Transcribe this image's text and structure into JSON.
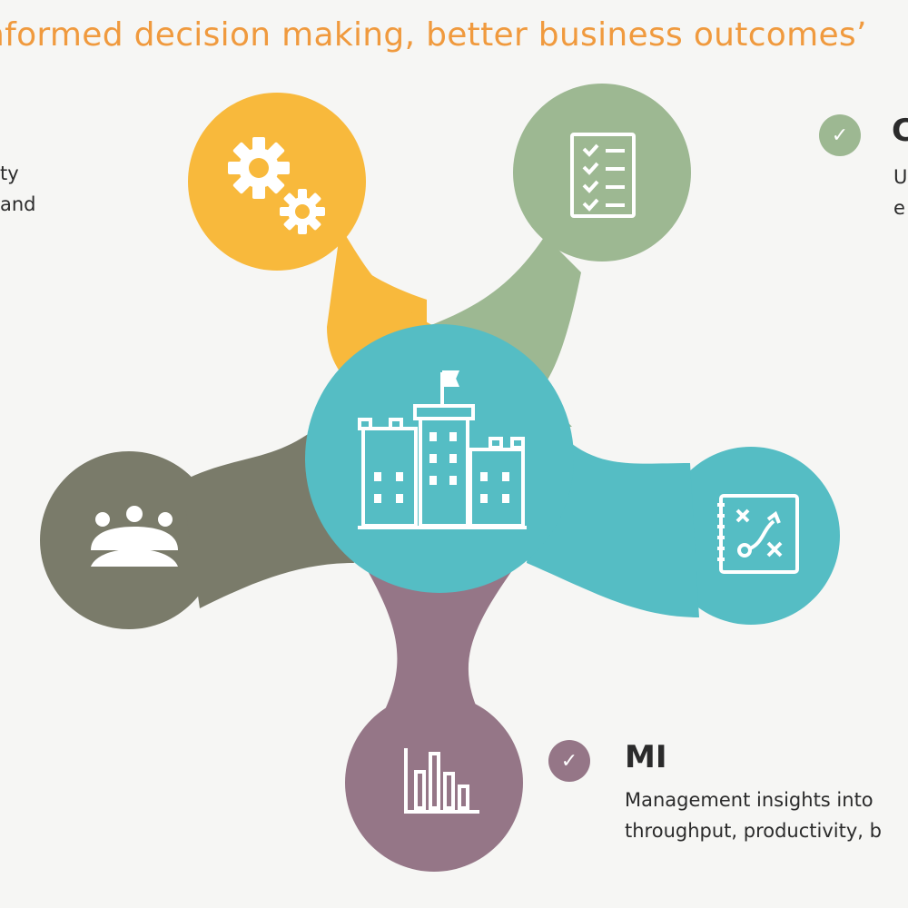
{
  "title": "nformed decision making, better business outcomes’",
  "colors": {
    "title": "#f09a3e",
    "orange": "#f8b93c",
    "green": "#9db892",
    "olive": "#7a7b6a",
    "teal": "#55bdc4",
    "mauve": "#957687",
    "background": "#f6f6f4"
  },
  "left_fragment": {
    "line1": "ty",
    "line2": "and"
  },
  "top_right": {
    "heading": "C",
    "line1": "U",
    "line2": "e",
    "check_icon": "check-icon"
  },
  "mi": {
    "heading": "MI",
    "line1": "Management insights into",
    "line2": "throughput, productivity, b",
    "check_icon": "check-icon"
  },
  "nodes": [
    {
      "id": "orange",
      "icon": "gears-icon"
    },
    {
      "id": "green",
      "icon": "checklist-icon"
    },
    {
      "id": "olive",
      "icon": "team-meeting-icon"
    },
    {
      "id": "teal",
      "icon": "strategy-board-icon"
    },
    {
      "id": "mauve",
      "icon": "bar-chart-icon"
    },
    {
      "id": "center",
      "icon": "building-icon"
    }
  ]
}
